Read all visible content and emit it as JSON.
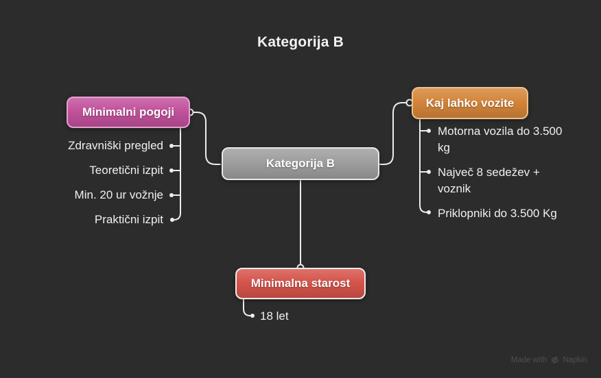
{
  "title": "Kategorija B",
  "mindmap": {
    "center": {
      "label": "Kategorija B"
    },
    "left": {
      "label": "Minimalni pogoji",
      "items": [
        "Zdravniški pregled",
        "Teoretični izpit",
        "Min. 20 ur vožnje",
        "Praktični izpit"
      ]
    },
    "right": {
      "label": "Kaj lahko vozite",
      "items": [
        "Motorna vozila do 3.500 kg",
        "Največ 8 sedežev + voznik",
        "Priklopniki do 3.500 Kg"
      ]
    },
    "bottom": {
      "label": "Minimalna starost",
      "items": [
        "18 let"
      ]
    }
  },
  "watermark": {
    "prefix": "Made with",
    "brand": "Napkin"
  },
  "colors": {
    "bg": "#2c2c2c",
    "line": "#ededed",
    "text": "#f0f0f0",
    "muted": "#4e4e4e",
    "pink": "#c2519c",
    "pink_border": "#e6a2d0",
    "orange": "#d5853a",
    "orange_border": "#ecc28b",
    "red": "#d5544b",
    "red_border": "#f1ebea",
    "gray": "#9e9e9e",
    "gray_border": "#e9e9e9"
  }
}
